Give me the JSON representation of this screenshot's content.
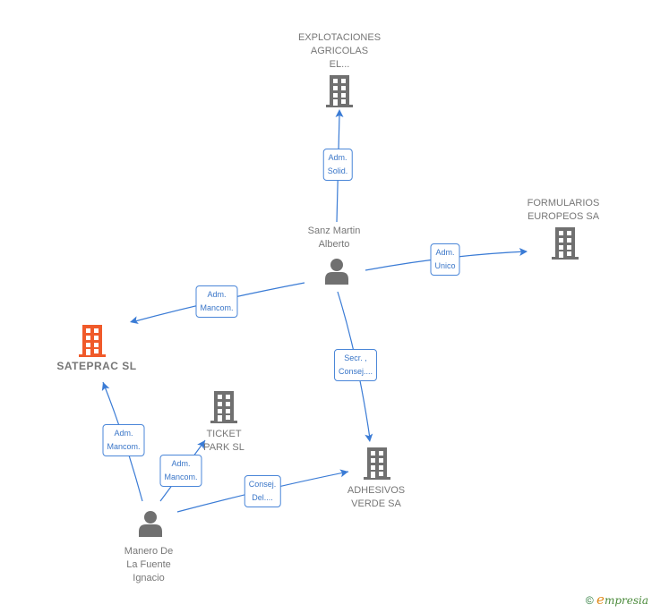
{
  "nodes": [
    {
      "id": "explotaciones",
      "type": "company",
      "label_lines": [
        "EXPLOTACIONES",
        "AGRICOLAS",
        "EL..."
      ],
      "color": "#707070"
    },
    {
      "id": "formularios",
      "type": "company",
      "label_lines": [
        "FORMULARIOS",
        "EUROPEOS SA"
      ],
      "color": "#707070"
    },
    {
      "id": "sanz",
      "type": "person",
      "label_lines": [
        "Sanz Martin",
        "Alberto"
      ],
      "color": "#707070"
    },
    {
      "id": "sateprac",
      "type": "company",
      "label_lines": [
        "SATEPRAC SL"
      ],
      "color": "#f05a2a",
      "main": true
    },
    {
      "id": "ticket",
      "type": "company",
      "label_lines": [
        "TICKET",
        "PARK SL"
      ],
      "color": "#707070"
    },
    {
      "id": "adhesivos",
      "type": "company",
      "label_lines": [
        "ADHESIVOS",
        "VERDE SA"
      ],
      "color": "#707070"
    },
    {
      "id": "manero",
      "type": "person",
      "label_lines": [
        "Manero De",
        "La Fuente",
        "Ignacio"
      ],
      "color": "#707070"
    }
  ],
  "edges": [
    {
      "from": "sanz",
      "to": "explotaciones",
      "label_lines": [
        "Adm.",
        "Solid."
      ]
    },
    {
      "from": "sanz",
      "to": "formularios",
      "label_lines": [
        "Adm.",
        "Unico"
      ]
    },
    {
      "from": "sanz",
      "to": "sateprac",
      "label_lines": [
        "Adm.",
        "Mancom."
      ]
    },
    {
      "from": "sanz",
      "to": "adhesivos",
      "label_lines": [
        "Secr. ,",
        "Consej...."
      ]
    },
    {
      "from": "manero",
      "to": "sateprac",
      "label_lines": [
        "Adm.",
        "Mancom."
      ]
    },
    {
      "from": "manero",
      "to": "ticket",
      "label_lines": [
        "Adm.",
        "Mancom."
      ]
    },
    {
      "from": "manero",
      "to": "adhesivos",
      "label_lines": [
        "Consej.",
        "Del...."
      ]
    }
  ],
  "colors": {
    "edge": "#3a7bd5",
    "node": "#707070",
    "main": "#f05a2a"
  },
  "footer": {
    "copyright": "©",
    "brand_initial": "e",
    "brand_rest": "mpresia"
  }
}
